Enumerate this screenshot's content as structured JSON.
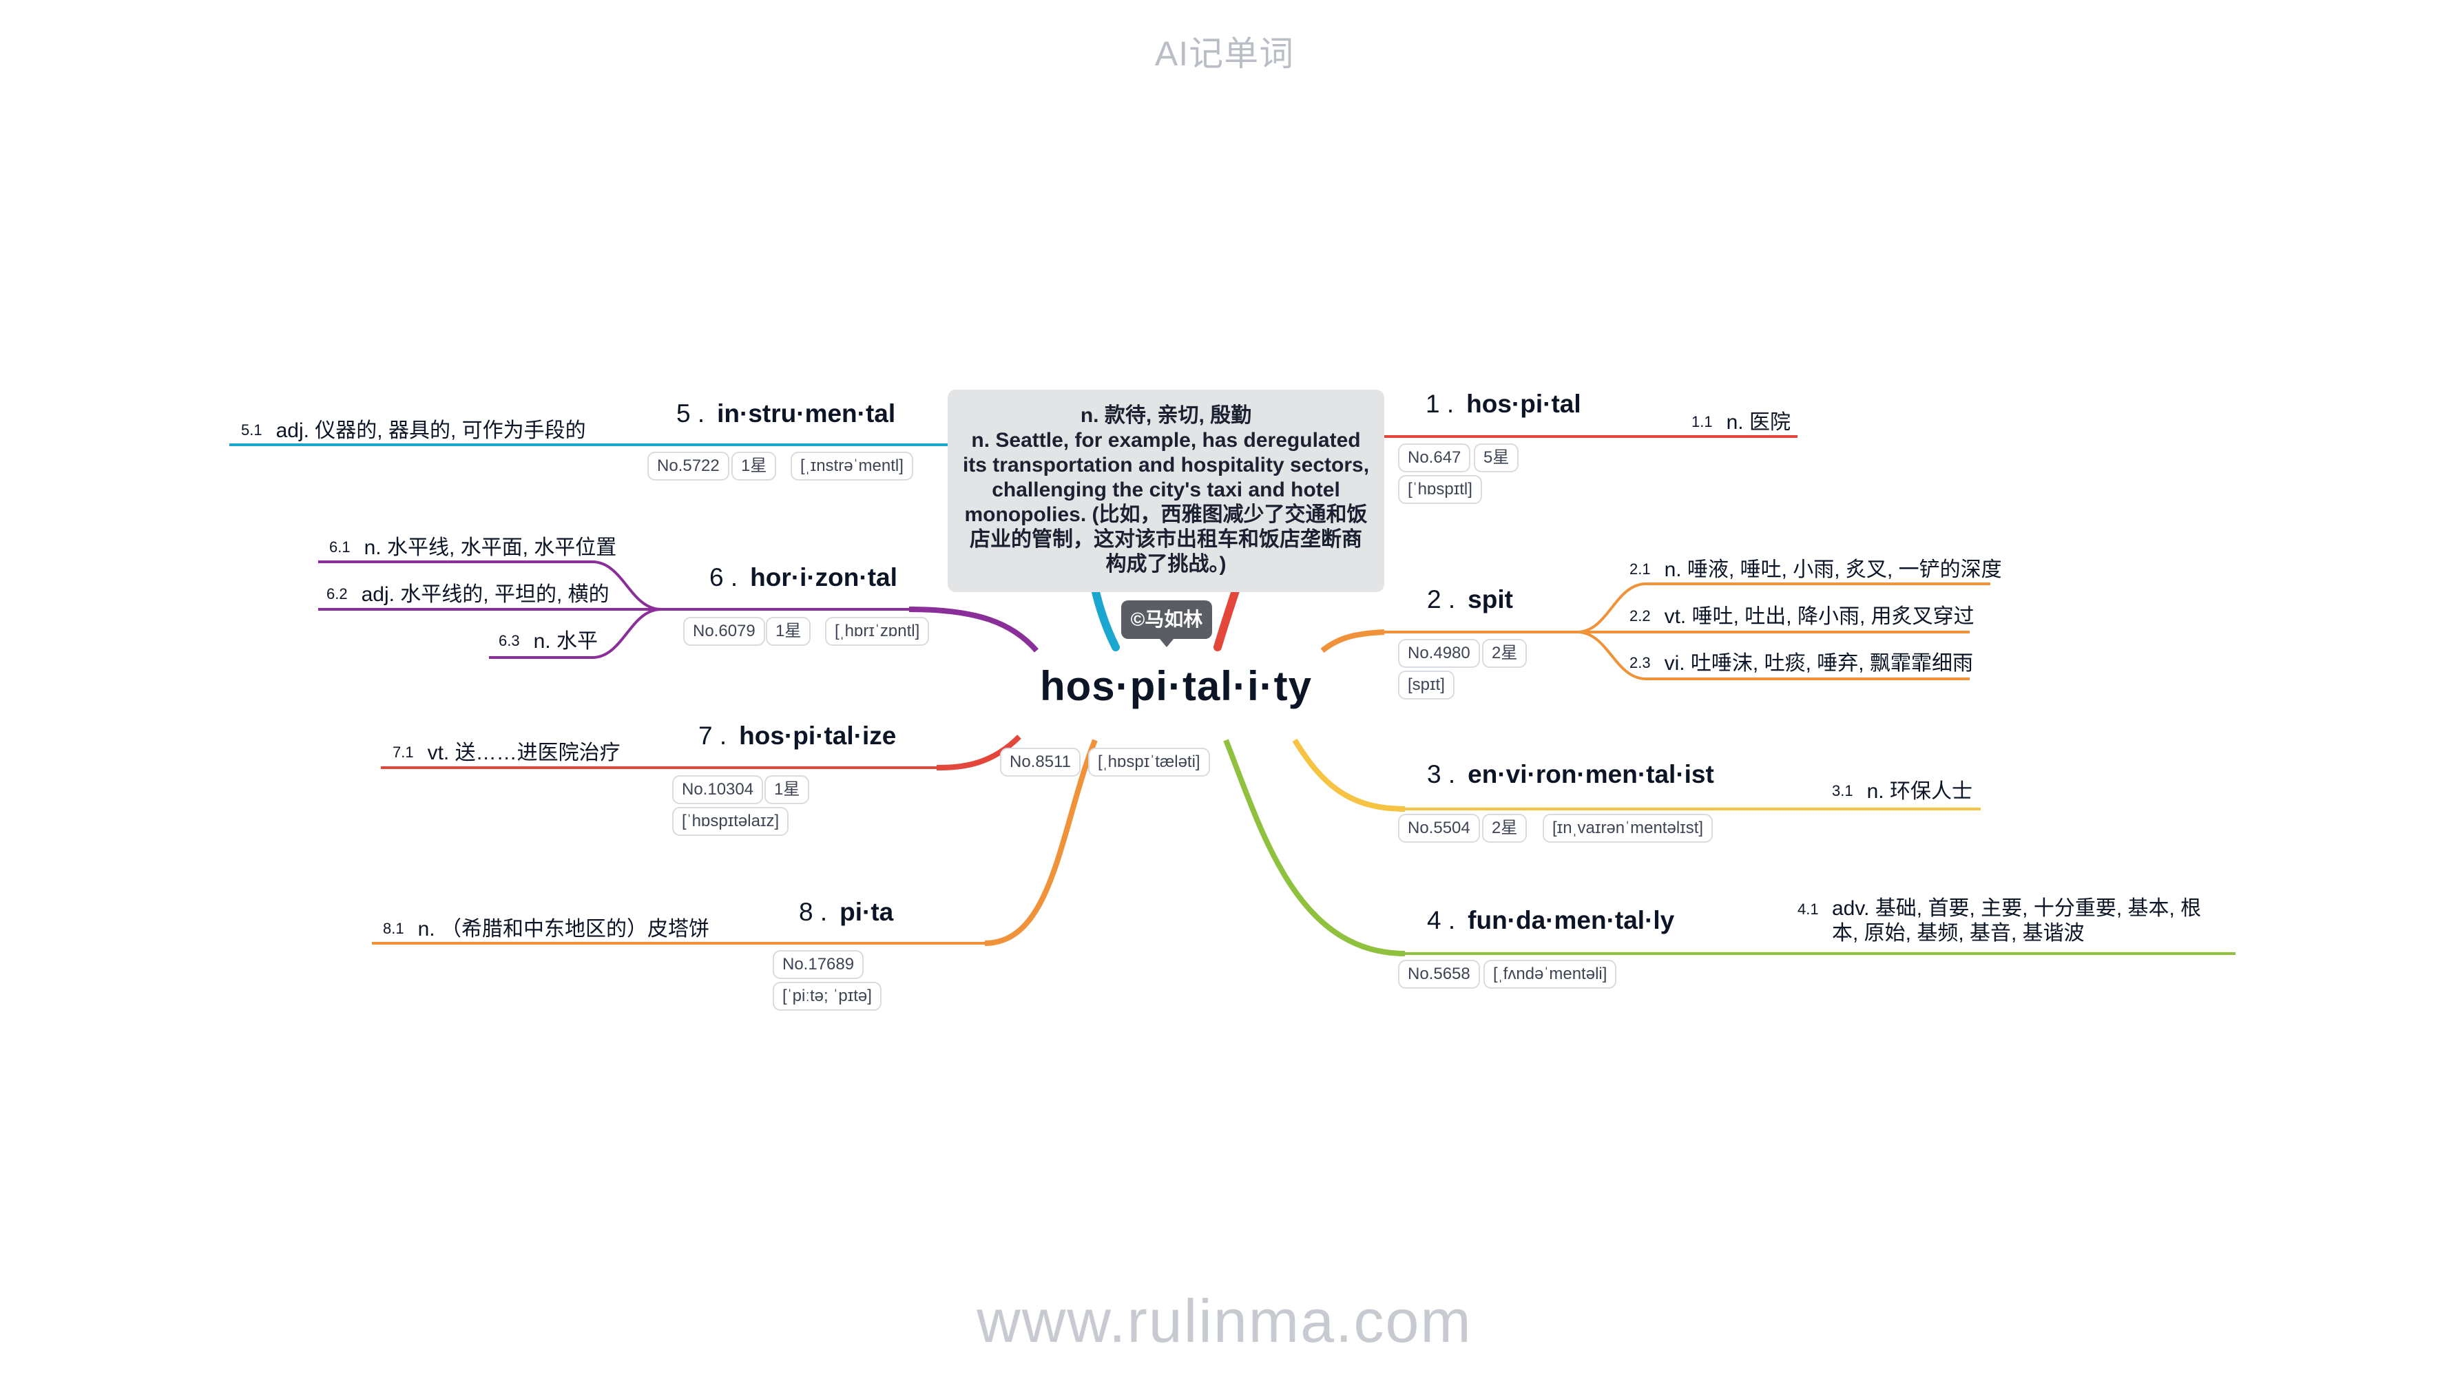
{
  "brand": "AI记单词",
  "footer": "www.rulinma.com",
  "copyright": "©马如林",
  "center": {
    "word": "hos·pi·tal·i·ty",
    "no": "No.8511",
    "ipa": "[ˌhɒspɪˈtæləti]",
    "note_lines": [
      "n. 款待, 亲切, 殷勤",
      "n. Seattle, for example, has deregulated its transportation and hospitality sectors, challenging the city's taxi and hotel monopolies. (比如，西雅图减少了交通和饭店业的管制，这对该市出租车和饭店垄断商构成了挑战。)"
    ]
  },
  "topics": [
    {
      "num": "1 .",
      "word": "hos·pi·tal",
      "no": "No.647",
      "stars": "5星",
      "ipa": "[ˈhɒspɪtl]",
      "senses": [
        {
          "num": "1.1",
          "text": "n. 医院"
        }
      ],
      "color": "#e3473c"
    },
    {
      "num": "2 .",
      "word": "spit",
      "no": "No.4980",
      "stars": "2星",
      "ipa": "[spɪt]",
      "senses": [
        {
          "num": "2.1",
          "text": "n. 唾液, 唾吐, 小雨, 炙叉, 一铲的深度"
        },
        {
          "num": "2.2",
          "text": "vt. 唾吐, 吐出, 降小雨, 用炙叉穿过"
        },
        {
          "num": "2.3",
          "text": "vi. 吐唾沫, 吐痰, 唾弃, 飘霏霏细雨"
        }
      ],
      "color": "#f0923a"
    },
    {
      "num": "3 .",
      "word": "en·vi·ron·men·tal·ist",
      "no": "No.5504",
      "stars": "2星",
      "ipa": "[ɪnˌvaɪrənˈmentəlɪst]",
      "senses": [
        {
          "num": "3.1",
          "text": "n. 环保人士"
        }
      ],
      "color": "#f6c343"
    },
    {
      "num": "4 .",
      "word": "fun·da·men·tal·ly",
      "no": "No.5658",
      "ipa": "[ˌfʌndəˈmentəli]",
      "senses": [
        {
          "num": "4.1",
          "text": "adv. 基础, 首要, 主要, 十分重要, 基本, 根本, 原始, 基频, 基音, 基谐波"
        }
      ],
      "color": "#8fc13e"
    },
    {
      "num": "5 .",
      "word": "in·stru·men·tal",
      "no": "No.5722",
      "stars": "1星",
      "ipa": "[ˌɪnstrəˈmentl]",
      "senses": [
        {
          "num": "5.1",
          "text": "adj. 仪器的, 器具的, 可作为手段的"
        }
      ],
      "color": "#1ba6cf"
    },
    {
      "num": "6 .",
      "word": "hor·i·zon·tal",
      "no": "No.6079",
      "stars": "1星",
      "ipa": "[ˌhɒrɪˈzɒntl]",
      "senses": [
        {
          "num": "6.1",
          "text": "n. 水平线, 水平面, 水平位置"
        },
        {
          "num": "6.2",
          "text": "adj. 水平线的, 平坦的, 横的"
        },
        {
          "num": "6.3",
          "text": "n. 水平"
        }
      ],
      "color": "#8a2f99"
    },
    {
      "num": "7 .",
      "word": "hos·pi·tal·ize",
      "no": "No.10304",
      "stars": "1星",
      "ipa": "[ˈhɒspɪtəlaɪz]",
      "senses": [
        {
          "num": "7.1",
          "text": "vt. 送……进医院治疗"
        }
      ],
      "color": "#e3473c"
    },
    {
      "num": "8 .",
      "word": "pi·ta",
      "no": "No.17689",
      "ipa": "[ˈpiːtə; ˈpɪtə]",
      "senses": [
        {
          "num": "8.1",
          "text": "n. （希腊和中东地区的）皮塔饼"
        }
      ],
      "color": "#f0923a"
    }
  ]
}
